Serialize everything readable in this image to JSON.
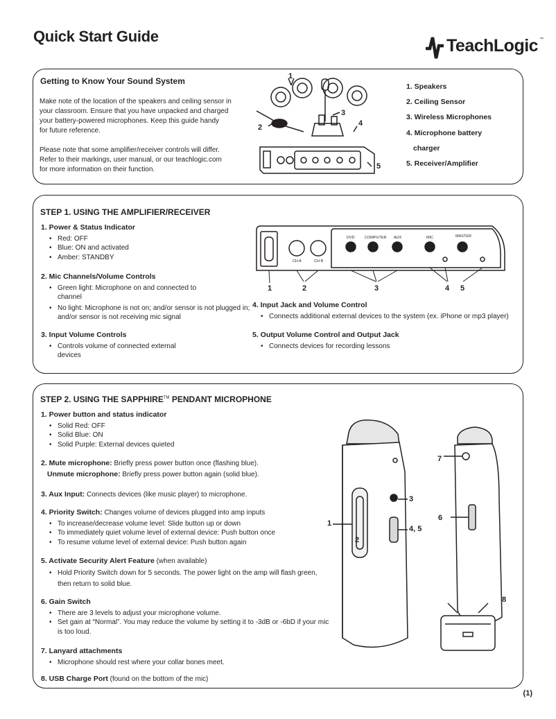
{
  "header": {
    "title": "Quick Start Guide",
    "brand": "TeachLogic",
    "tm": "™"
  },
  "intro": {
    "title": "Getting to Know Your Sound System",
    "para1": [
      "Make note of the location of the speakers and ceiling sensor in",
      "your classroom. Ensure that you have unpacked and charged",
      "your battery-powered microphones. Keep this guide handy",
      "for future reference."
    ],
    "para2": [
      "Please note that some amplifier/receiver controls will differ.",
      "Refer to their markings, user manual, or our teachlogic.com",
      "for more information on their function."
    ],
    "legend": [
      "1. Speakers",
      "2. Ceiling Sensor",
      "3. Wireless Microphones",
      "4. Microphone battery",
      "charger",
      "5. Receiver/Amplifier"
    ],
    "callouts": [
      "1",
      "2",
      "3",
      "4",
      "5"
    ]
  },
  "step1": {
    "title": "STEP 1. USING THE AMPLIFIER/RECEIVER",
    "items": [
      {
        "heading": "1. Power & Status Indicator",
        "bullets": [
          "Red: OFF",
          "Blue: ON and activated",
          "Amber: STANDBY"
        ]
      },
      {
        "heading": "2. Mic Channels/Volume Controls",
        "bullets": [
          "Green light: Microphone on and connected to channel",
          "No light: Microphone is not on; and/or sensor is not plugged in; and/or sensor is not receiving mic signal"
        ]
      },
      {
        "heading": "3.  Input Volume Controls",
        "bullets": [
          "Controls volume of connected external devices"
        ]
      },
      {
        "heading": "4. Input Jack and Volume Control",
        "bullets": [
          "Connects additional external devices to the system (ex. iPhone or mp3 player)"
        ]
      },
      {
        "heading": "5. Output Volume Control and Output Jack",
        "bullets": [
          "Connects devices for recording lessons"
        ]
      }
    ],
    "panel_labels": [
      "CH A",
      "CH B",
      "DVD",
      "COMPUTER",
      "AUX",
      "MIC",
      "MASTER"
    ],
    "callouts": [
      "1",
      "2",
      "3",
      "4",
      "5"
    ]
  },
  "step2": {
    "title_pre": "STEP 2. USING THE SAPPHIRE",
    "title_tm": "TM",
    "title_post": " PENDANT MICROPHONE",
    "items": [
      {
        "heading": "1. Power button and status indicator",
        "bullets": [
          "Solid Red: OFF",
          "Solid Blue: ON",
          "Solid Purple: External devices quieted"
        ]
      },
      {
        "heading": "2. Mute microphone:",
        "text": " Briefly press power button once (flashing blue).",
        "heading2": "Unmute microphone:",
        "text2": " Briefly press power button again (solid blue)."
      },
      {
        "heading": "3. Aux Input:",
        "text": " Connects devices (like music player) to microphone."
      },
      {
        "heading": "4. Priority Switch:",
        "text": " Changes volume of devices plugged into amp inputs",
        "bullets": [
          "To increase/decrease volume level: Slide button up or down",
          "To immediately quiet volume level of external device: Push button once",
          "To resume volume level of external device: Push button again"
        ]
      },
      {
        "heading": "5. Activate Security Alert Feature",
        "text": " (when available)",
        "bullets": [
          "Hold Priority Switch down for 5 seconds. The power light on the amp will flash green, then return to solid blue."
        ]
      },
      {
        "heading": "6. Gain Switch",
        "bullets": [
          "There are 3 levels to adjust your microphone volume.",
          "Set gain at “Normal”. You may reduce the volume by setting it to -3dB or -6bD if your mic is too loud."
        ]
      },
      {
        "heading": "7. Lanyard attachments",
        "bullets": [
          "Microphone should rest where your collar bones meet."
        ]
      },
      {
        "heading": "8. USB Charge Port",
        "text": " (found on the bottom of the mic)"
      }
    ],
    "callouts": [
      "1",
      "2",
      "3",
      "4, 5",
      "6",
      "7",
      "8"
    ]
  },
  "footer": {
    "page": "(1)"
  }
}
